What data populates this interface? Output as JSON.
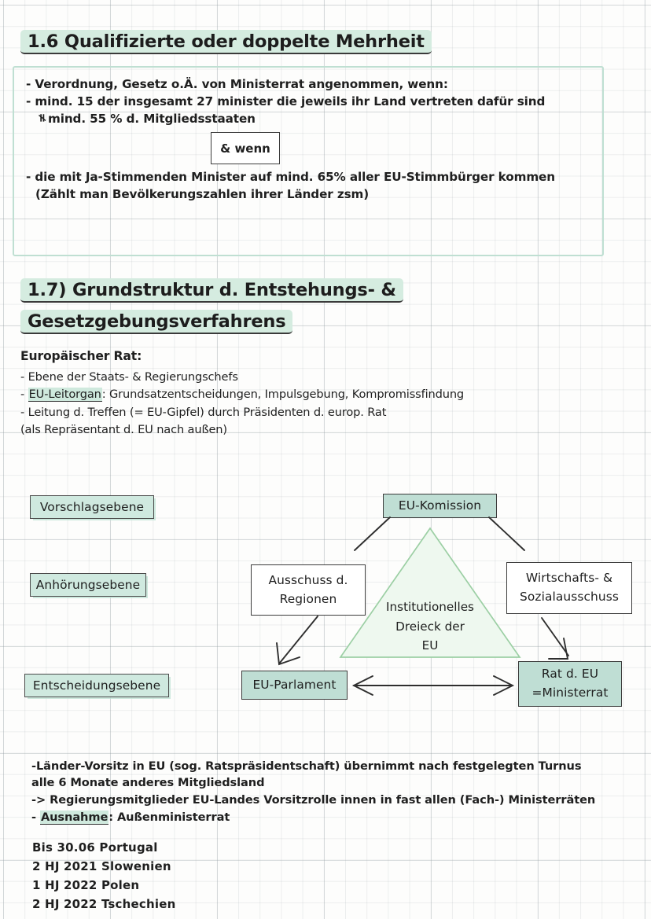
{
  "page": {
    "background": "#fdfdfc",
    "accent_green": "#cfe9dd",
    "box_green": "#bfded4",
    "border_dark": "#3c3c3c"
  },
  "section_16": {
    "heading": "1.6 Qualifizierte oder doppelte Mehrheit",
    "lines": [
      "- Verordnung, Gesetz o.Ä. von Ministerrat angenommen, wenn:",
      "- mind. 15 der insgesamt 27 minister die jeweils ihr Land vertreten dafür sind",
      "mind. 55 % d. Mitgliedsstaaten"
    ],
    "neq_symbol": "≠",
    "and_if_box": "& wenn",
    "lines_after": [
      "- die mit Ja-Stimmenden Minister auf mind. 65% aller EU-Stimmbürger kommen",
      "(Zählt man Bevölkerungszahlen ihrer Länder zsm)"
    ]
  },
  "section_17": {
    "heading_line1": "1.7) Grundstruktur d. Entstehungs- &",
    "heading_line2": "Gesetzgebungsverfahrens",
    "subheading": "Europäischer Rat:",
    "bullets": [
      {
        "prefix": "- Ebene der Staats- & Regierungschefs",
        "highlight": "",
        "suffix": ""
      },
      {
        "prefix": "- ",
        "highlight": "EU-Leitorgan",
        "suffix": ": Grundsatzentscheidungen, Impulsgebung, Kompromissfindung"
      },
      {
        "prefix": "- Leitung d. Treffen (= EU-Gipfel) durch Präsidenten d. europ. Rat",
        "highlight": "",
        "suffix": ""
      },
      {
        "prefix": " (als Repräsentant d. EU nach außen)",
        "highlight": "",
        "suffix": ""
      }
    ]
  },
  "diagram": {
    "levels": [
      {
        "label": "Vorschlagsebene"
      },
      {
        "label": "Anhörungsebene"
      },
      {
        "label": "Entscheidungsebene"
      }
    ],
    "nodes": [
      {
        "id": "eu-kommission",
        "label": "EU-Komission",
        "style": "green"
      },
      {
        "id": "ausschuss-regionen",
        "label_lines": [
          "Ausschuss d.",
          "Regionen"
        ],
        "style": "white"
      },
      {
        "id": "wirtschafts-sozialausschuss",
        "label_lines": [
          "Wirtschafts- &",
          "Sozialausschuss"
        ],
        "style": "white"
      },
      {
        "id": "eu-parlament",
        "label": "EU-Parlament",
        "style": "green"
      },
      {
        "id": "rat-der-eu",
        "label_lines": [
          "Rat d. EU",
          "=Ministerrat"
        ],
        "style": "green"
      }
    ],
    "triangle_label_lines": [
      "Institutionelles",
      "Dreieck der",
      "EU"
    ]
  },
  "rotation": {
    "lines": [
      "-Länder-Vorsitz in EU (sog. Ratspräsidentschaft) übernimmt nach festgelegten Turnus",
      " alle 6 Monate anderes Mitgliedsland",
      "   -> Regierungsmitglieder EU-Landes Vorsitzrolle innen in fast allen (Fach-) Ministerräten"
    ],
    "exception": {
      "prefix": "- ",
      "highlight": "Ausnahme",
      "suffix": ": Außenministerrat"
    },
    "presidency_list": [
      "Bis 30.06 Portugal",
      "2 HJ 2021 Slowenien",
      "1 HJ 2022 Polen",
      "2 HJ 2022 Tschechien"
    ]
  }
}
